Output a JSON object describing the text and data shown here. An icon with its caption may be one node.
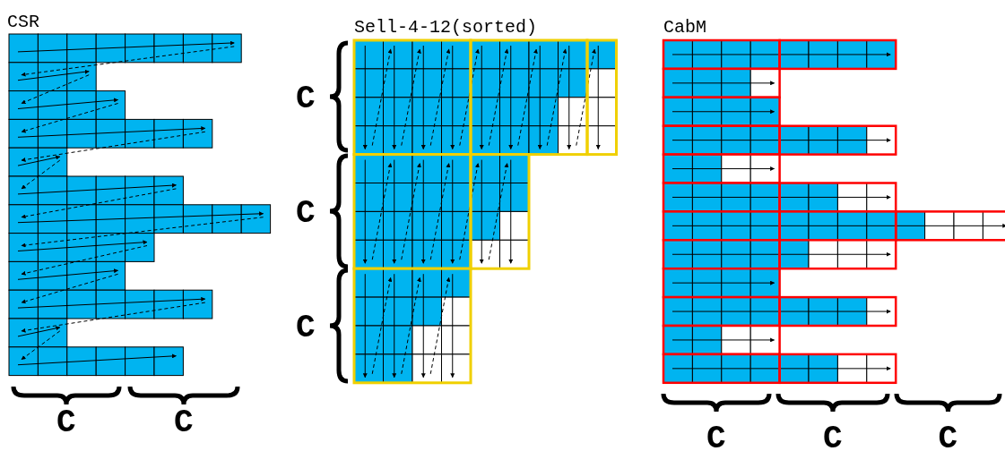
{
  "diagram": {
    "labels": [
      "CSR",
      "Sell-4-12(sorted)",
      "CabM",
      "C",
      "C",
      "C",
      "C",
      "C",
      "C",
      "C",
      "C"
    ]
  }
}
